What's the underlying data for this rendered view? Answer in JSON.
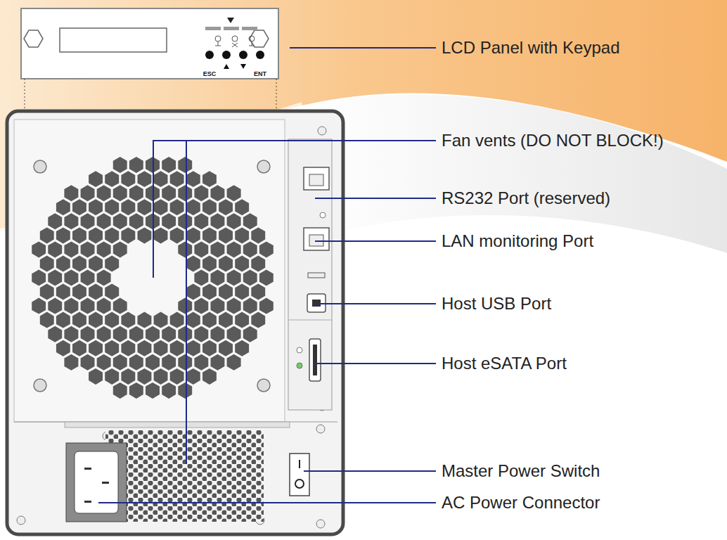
{
  "diagram": {
    "labels": [
      "LCD Panel with Keypad",
      "Fan vents (DO NOT BLOCK!)",
      "RS232 Port (reserved)",
      "LAN monitoring Port",
      "Host USB Port",
      "Host eSATA Port",
      "Master Power Switch",
      "AC Power Connector",
      "ESC",
      "ENT"
    ]
  }
}
